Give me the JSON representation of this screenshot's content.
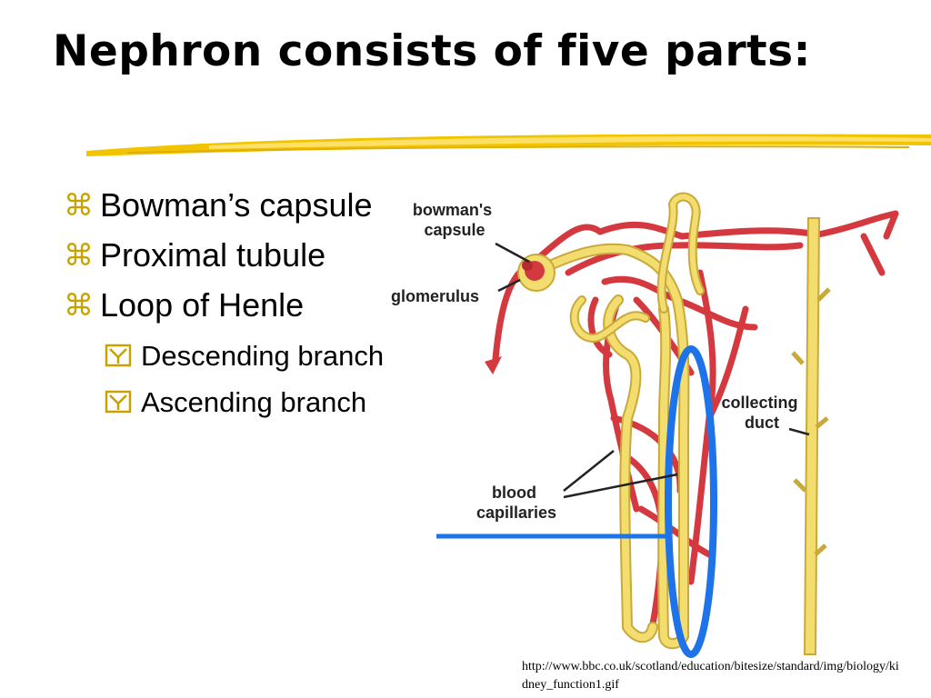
{
  "slide": {
    "title": "Nephron consists of five parts:",
    "accent_color": "#f2c400"
  },
  "bullets": [
    {
      "text": "Bowman’s capsule",
      "level": 1,
      "marker": "command-icon"
    },
    {
      "text": "Proximal tubule",
      "level": 1,
      "marker": "command-icon"
    },
    {
      "text": "Loop of Henle",
      "level": 1,
      "marker": "command-icon"
    },
    {
      "text": "Descending branch",
      "level": 2,
      "marker": "boxed-y-icon"
    },
    {
      "text": "Ascending branch",
      "level": 2,
      "marker": "boxed-y-icon"
    }
  ],
  "diagram": {
    "labels": {
      "bowmans_capsule": [
        "bowman's",
        "capsule"
      ],
      "glomerulus": "glomerulus",
      "collecting_duct": [
        "collecting",
        "duct"
      ],
      "blood_capillaries": [
        "blood",
        "capillaries"
      ]
    },
    "colors": {
      "vessel": "#d4393f",
      "tubule": "#f2dd6e",
      "tubule_outline": "#c9a93a",
      "highlight": "#1e73e8"
    }
  },
  "source_url": "http://www.bbc.co.uk/scotland/education/bitesize/standard/img/biology/kidney_function1.gif"
}
